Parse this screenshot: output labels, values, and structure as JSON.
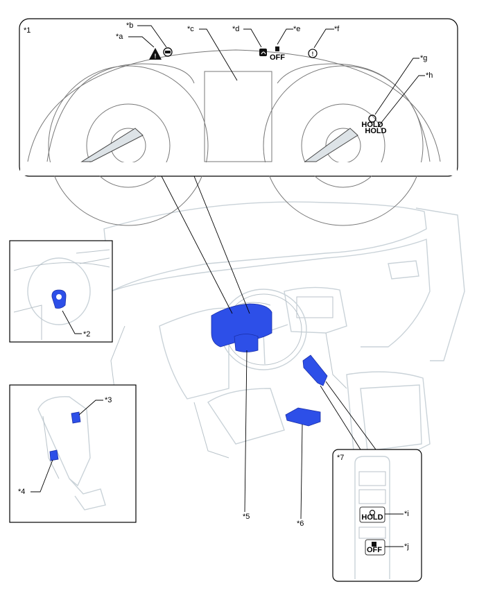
{
  "callouts": {
    "inset1": "*1",
    "a": "*a",
    "b": "*b",
    "c": "*c",
    "d": "*d",
    "e": "*e",
    "f": "*f",
    "g": "*g",
    "h": "*h",
    "part2": "*2",
    "part3": "*3",
    "part4": "*4",
    "part5": "*5",
    "part6": "*6",
    "inset7": "*7",
    "i": "*i",
    "j": "*j"
  },
  "icon_text": {
    "hold_g": "HOLD",
    "hold_h": "HOLD",
    "off_e": "OFF",
    "hold_i": "HOLD",
    "off_j": "OFF"
  },
  "colors": {
    "highlight_part": "#2d4fe8",
    "vehicle_ghost": "#c9d2d8",
    "frame": "#000000"
  }
}
